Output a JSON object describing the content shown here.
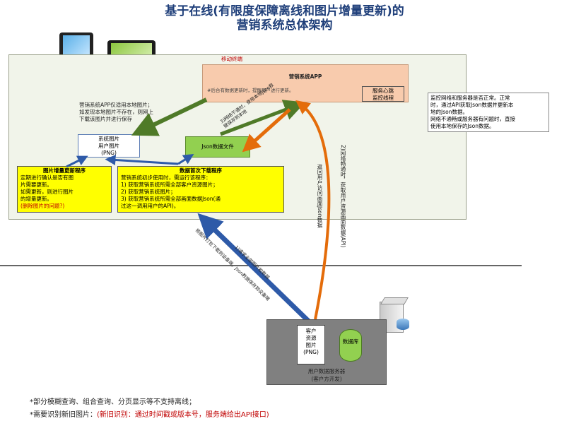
{
  "title": {
    "line1": "基于在线(有限度保障离线和图片增量更新)的",
    "line2": "营销系统总体架构"
  },
  "mobile_area": {
    "label": "移动终端"
  },
  "app_box": {
    "title": "营销系统APP",
    "subtitle": "#后台有数据更新时，提醒用户进行更新。",
    "heartbeat_line1": "服务心跳",
    "heartbeat_line2": "监控线程"
  },
  "heartbeat_note": {
    "lines": [
      "监控网络和服务器是否正常。正常",
      "时，通过API获取Json数据并更新本",
      "地的Json数据。",
      "网络不通畅或服务器有问题时，直接",
      "使用本地保存的Json数据。"
    ]
  },
  "local_image_note": {
    "lines": [
      "营销系统APP仅适用本地图片；",
      "如发现本地图片不存在，则网上",
      "下载该图片并进行保存"
    ]
  },
  "system_image_box": {
    "lines": [
      "系统图片",
      "用户图片",
      "(PNG)"
    ]
  },
  "json_file_box": {
    "label": "Json数据文件"
  },
  "incremental_box": {
    "title": "图片增量更新程序",
    "lines": [
      "定期进行确认是否有图",
      "片需要更新。",
      "如需更新，则进行图片",
      "的增量更新。"
    ],
    "red_line": "(删除图片的问题?)"
  },
  "initial_download_box": {
    "title": "数据首次下载程序",
    "lines": [
      "营销系统初步使用时，需运行该程序：",
      "1) 获取营销系统所需全部客户资源图片；",
      "2) 获取营销系统图片；",
      "3) 获取营销系统所需全部画面数据Json(通",
      "过这一调用用户的API)。"
    ]
  },
  "arrow_labels": {
    "network_fail": "3)网络不通时，使用本地Json数据保存到本地",
    "network_ok": "2)网络畅通时，获取用户资源画面数据(API)",
    "user_request": "返回用户访问画面Json数据",
    "request_all": "1)请求全部图片和数据",
    "package_download": "将图片打包下载到设备端，Json数据保存到设备端"
  },
  "server_area": {
    "label_line1": "用户数据服务器",
    "label_line2": "(客户方开发)",
    "resource_box": [
      "客户",
      "资源",
      "图片",
      "(PNG)"
    ],
    "database": "数据库"
  },
  "footnotes": {
    "note1": "*部分模糊查询、组合查询、分页显示等不支持离线；",
    "note2_prefix": "*需要识别新旧图片：",
    "note2_red": "(新旧识别：通过时间戳或版本号，服务端给出API接口)"
  },
  "colors": {
    "mobile_bg": "#f1f4ea",
    "app_bg": "#f8cbad",
    "json_box": "#92d050",
    "yellow": "#ffff00",
    "server_bg": "#808080",
    "blue_arrow": "#2e5aa8",
    "orange_arrow": "#e46c0a",
    "green_arrow": "#4f7a28",
    "title": "#1f3f7a"
  },
  "icons": [
    "tablet-icon",
    "tablet-landscape-icon",
    "server-icon",
    "database-icon"
  ]
}
